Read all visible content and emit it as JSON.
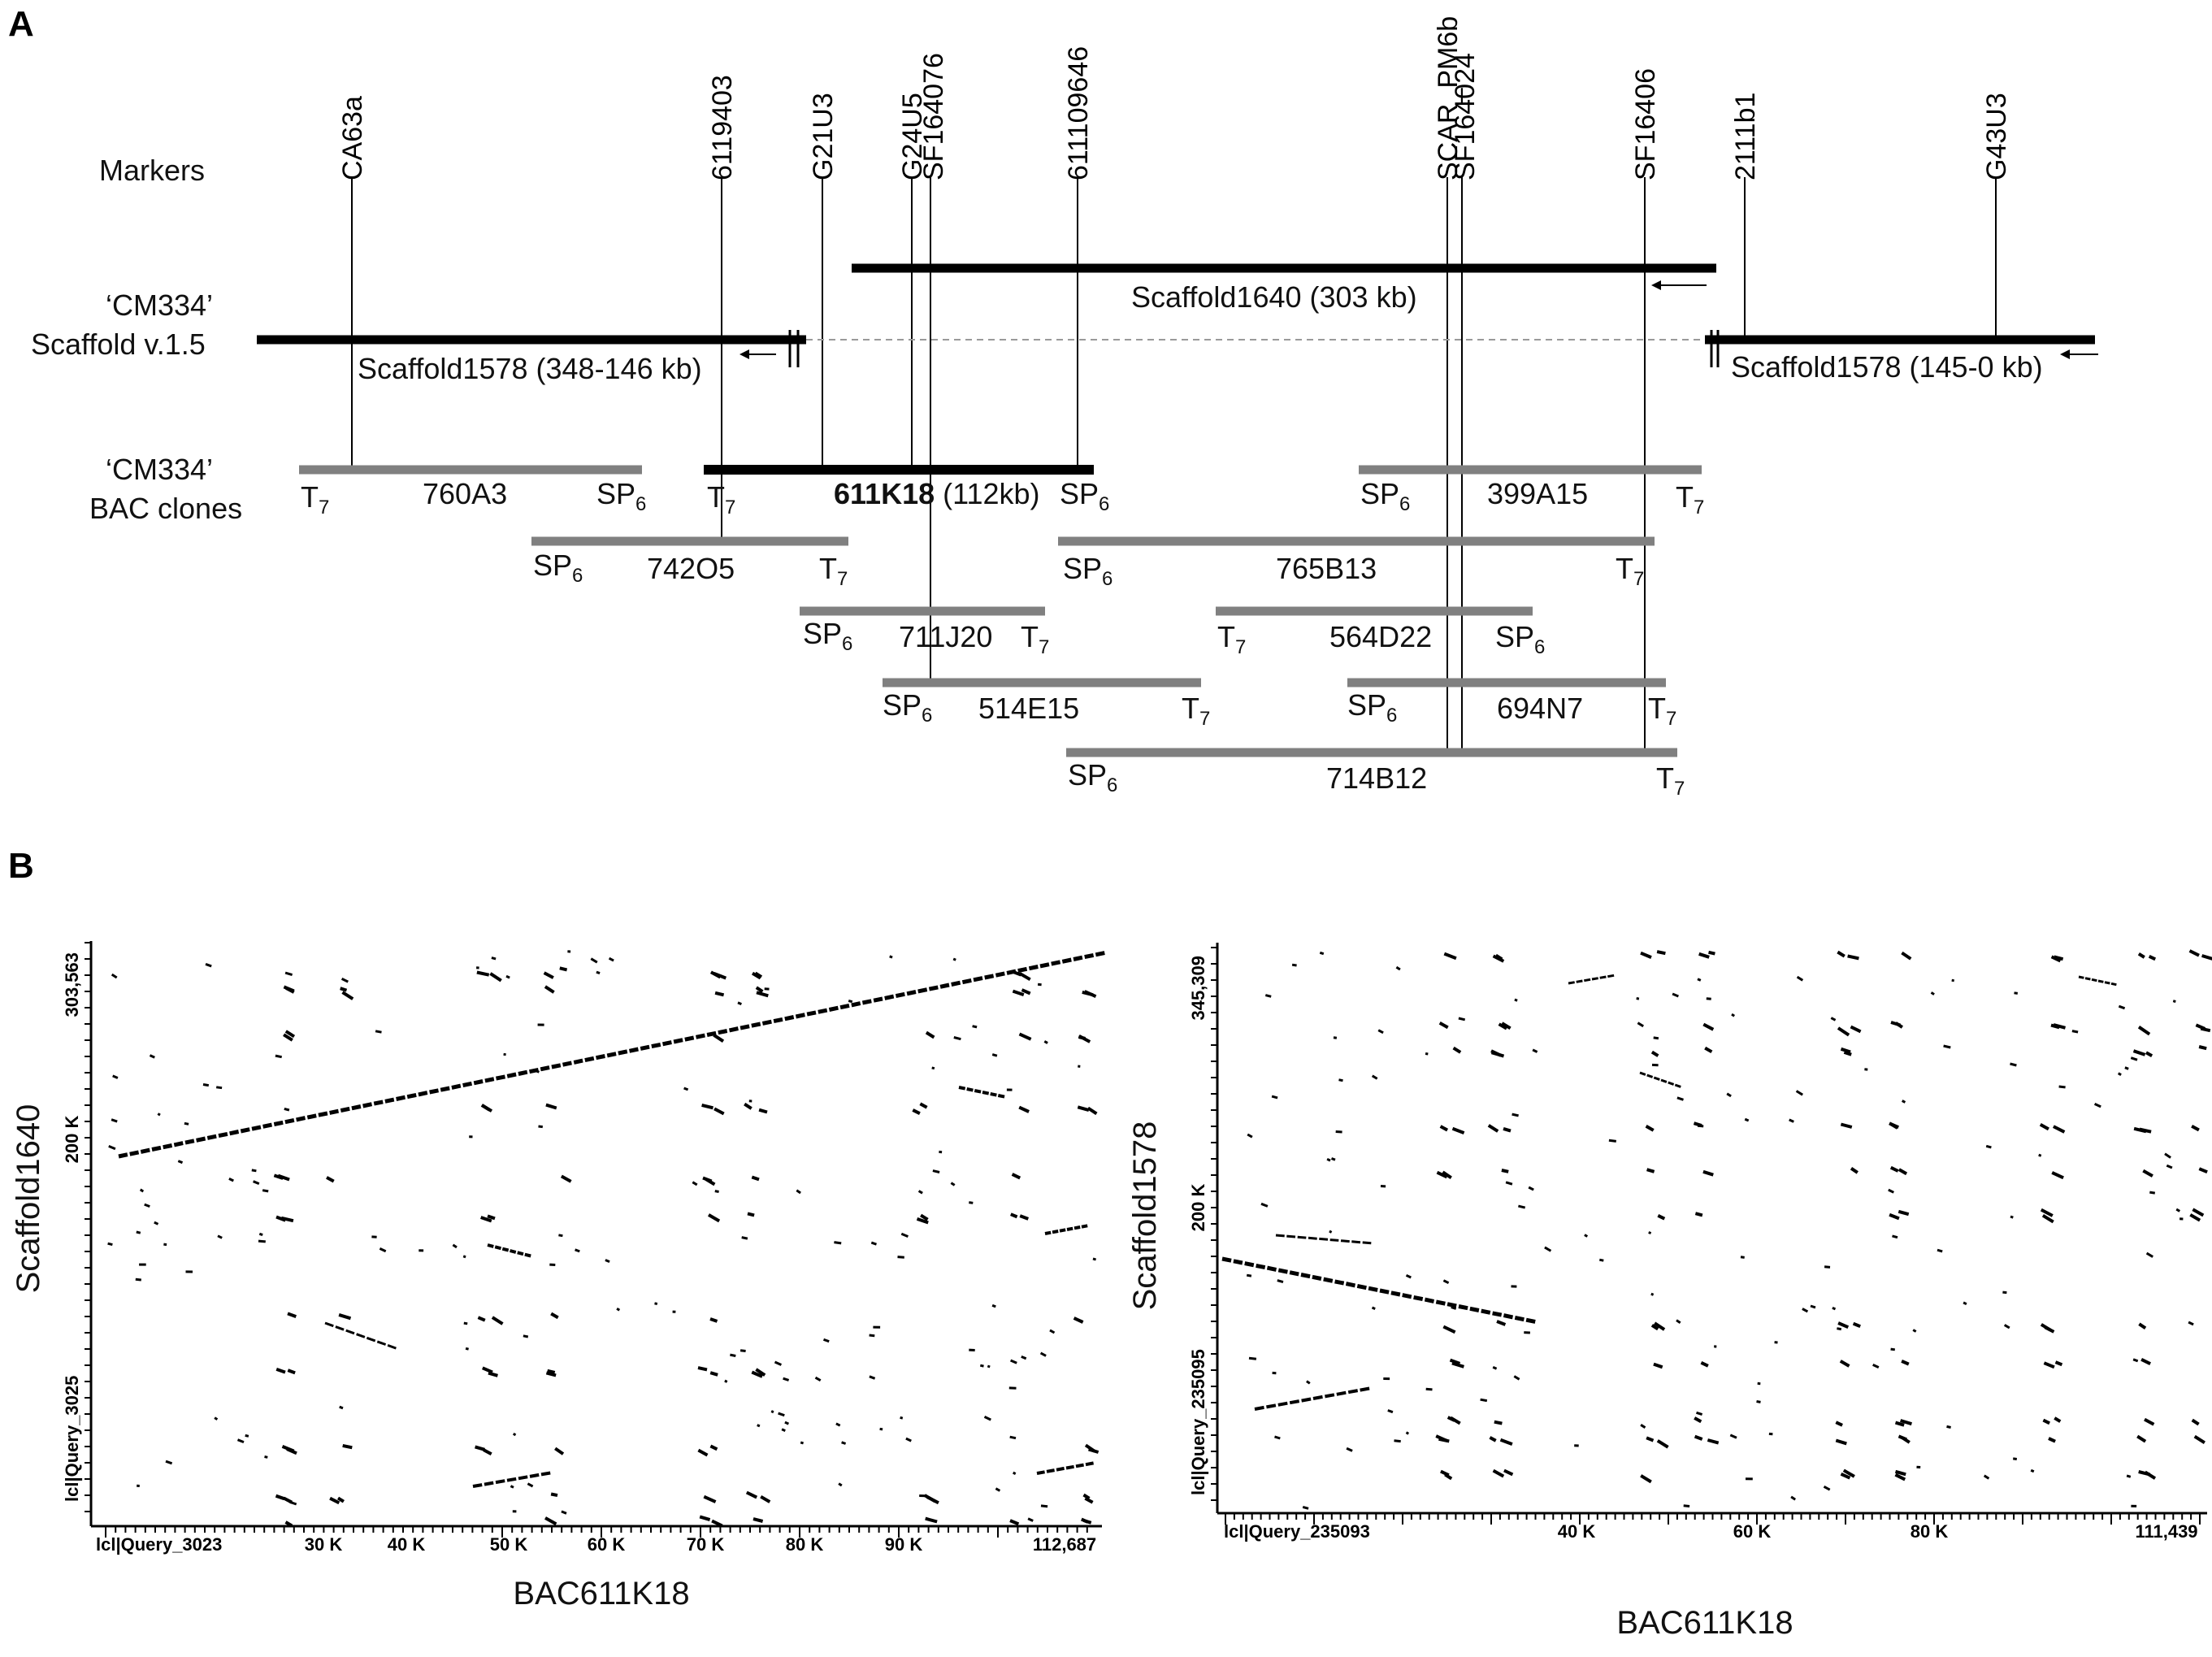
{
  "panels": {
    "a": "A",
    "b": "B"
  },
  "row_labels": {
    "markers": "Markers",
    "scaffold_1": "‘CM334’",
    "scaffold_2": "Scaffold v.1.5",
    "bac_1": "‘CM334’",
    "bac_2": "BAC clones"
  },
  "markers": [
    "CA63a",
    "6119403",
    "G21U3",
    "G24U5",
    "SF164076",
    "611109646",
    "SCAR_PM6b",
    "SF164024",
    "SF16406",
    "2111b1",
    "G43U3"
  ],
  "scaffolds": {
    "s1640": "Scaffold1640 (303 kb)",
    "s1578a": "Scaffold1578 (348-146 kb)",
    "s1578b": "Scaffold1578 (145-0 kb)"
  },
  "bac_clones": [
    {
      "name": "760A3",
      "left_label": "T",
      "left_sub": "7",
      "right_label": "SP",
      "right_sub": "6",
      "bold": false
    },
    {
      "name": "611K18",
      "name_suffix": "(112kb)",
      "left_label": "T",
      "left_sub": "7",
      "right_label": "SP",
      "right_sub": "6",
      "bold": true
    },
    {
      "name": "399A15",
      "left_label": "SP",
      "left_sub": "6",
      "right_label": "T",
      "right_sub": "7",
      "bold": false
    },
    {
      "name": "742O5",
      "left_label": "SP",
      "left_sub": "6",
      "right_label": "T",
      "right_sub": "7",
      "bold": false
    },
    {
      "name": "765B13",
      "left_label": "SP",
      "left_sub": "6",
      "right_label": "T",
      "right_sub": "7",
      "bold": false
    },
    {
      "name": "711J20",
      "left_label": "SP",
      "left_sub": "6",
      "right_label": "T",
      "right_sub": "7",
      "bold": false
    },
    {
      "name": "564D22",
      "left_label": "T",
      "left_sub": "7",
      "right_label": "SP",
      "right_sub": "6",
      "bold": false
    },
    {
      "name": "514E15",
      "left_label": "SP",
      "left_sub": "6",
      "right_label": "T",
      "right_sub": "7",
      "bold": false
    },
    {
      "name": "694N7",
      "left_label": "SP",
      "left_sub": "6",
      "right_label": "T",
      "right_sub": "7",
      "bold": false
    },
    {
      "name": "714B12",
      "left_label": "SP",
      "left_sub": "6",
      "right_label": "T",
      "right_sub": "7",
      "bold": false
    }
  ],
  "dotplot_left": {
    "ylabel": "Scaffold1640",
    "xlabel": "BAC611K18",
    "y_ticks": [
      "303,563",
      "200 K",
      "lcl|Query_3025"
    ],
    "x_ticks": [
      "lcl|Query_3023",
      "30 K",
      "40 K",
      "50 K",
      "60 K",
      "70 K",
      "80 K",
      "90 K",
      "112,687"
    ]
  },
  "dotplot_right": {
    "ylabel": "Scaffold1578",
    "xlabel": "BAC611K18",
    "y_ticks": [
      "345,309",
      "200 K",
      "lcl|Query_235095"
    ],
    "x_ticks": [
      "lcl|Query_235093",
      "40 K",
      "60 K",
      "80 K",
      "111,439"
    ]
  },
  "colors": {
    "scaffold": "#000000",
    "bac_grey": "#808080",
    "bac_main": "#000000",
    "dots": "#000000",
    "dashed": "#9a9a9a"
  }
}
